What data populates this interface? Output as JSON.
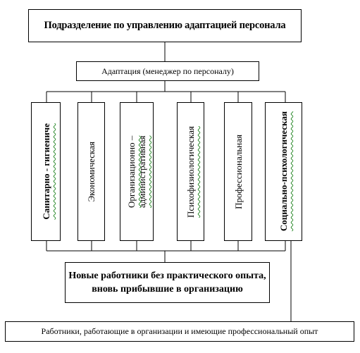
{
  "diagram": {
    "title": "Подразделение по управлению адаптацией персонала",
    "adaptation": "Адаптация (менеджер по персоналу)",
    "types": [
      {
        "label": "Санитарно - гигиениче",
        "bold": true
      },
      {
        "label": "Экономическая",
        "bold": false
      },
      {
        "label": "Организационно – административная",
        "bold": false
      },
      {
        "label": "Психофизиологическая",
        "bold": false
      },
      {
        "label": "Профессиональная",
        "bold": false
      },
      {
        "label": "Социально-психологическая",
        "bold": true
      }
    ],
    "new_workers_line1": "Новые работники без практического опыта,",
    "new_workers_line2": "вновь прибывшие в организацию",
    "experienced_workers": "Работники, работающие в организации и имеющие профессиональный опыт"
  }
}
